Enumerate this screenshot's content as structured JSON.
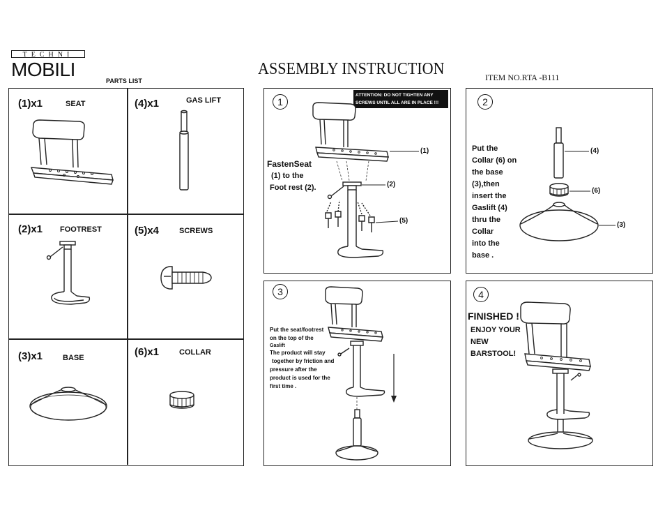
{
  "brand": {
    "top": "TECHNI",
    "bottom": "MOBILI"
  },
  "parts_list_label": "PARTS LIST",
  "title": "ASSEMBLY INSTRUCTION",
  "item_no": "ITEM NO.RTA -B111",
  "parts": [
    {
      "qty": "(1)x1",
      "name": "SEAT"
    },
    {
      "qty": "(4)x1",
      "name": "GAS LIFT"
    },
    {
      "qty": "(2)x1",
      "name": "FOOTREST"
    },
    {
      "qty": "(5)x4",
      "name": "SCREWS"
    },
    {
      "qty": "(3)x1",
      "name": "BASE"
    },
    {
      "qty": "(6)x1",
      "name": "COLLAR"
    }
  ],
  "steps": {
    "s1": {
      "number": "1",
      "attention_line1": "ATTENTION: DO NOT TIGHTEN ANY",
      "attention_line2": "SCREWS UNTIL ALL ARE IN PLACE !!!",
      "heading": "FastenSeat",
      "line1": "(1) to the",
      "line2": "Foot rest (2).",
      "c1": "(1)",
      "c2": "(2)",
      "c5": "(5)"
    },
    "s2": {
      "number": "2",
      "lines": [
        "Put the",
        "Collar (6) on",
        "the base",
        "(3),then",
        "insert the",
        "Gaslift (4)",
        "thru the",
        "Collar",
        "into the",
        "base ."
      ],
      "c4": "(4)",
      "c6": "(6)",
      "c3": "(3)"
    },
    "s3": {
      "number": "3",
      "l1": "Put the seat/footrest",
      "l2": "on the top of the",
      "l3": "Gaslift",
      "l4": "The product will stay",
      "l5": "together by friction and",
      "l6": "pressure after the",
      "l7": "product is used for the",
      "l8": "first time ."
    },
    "s4": {
      "number": "4",
      "heading": "FINISHED !",
      "l1": "ENJOY YOUR",
      "l2": "NEW",
      "l3": "BARSTOOL!"
    }
  }
}
